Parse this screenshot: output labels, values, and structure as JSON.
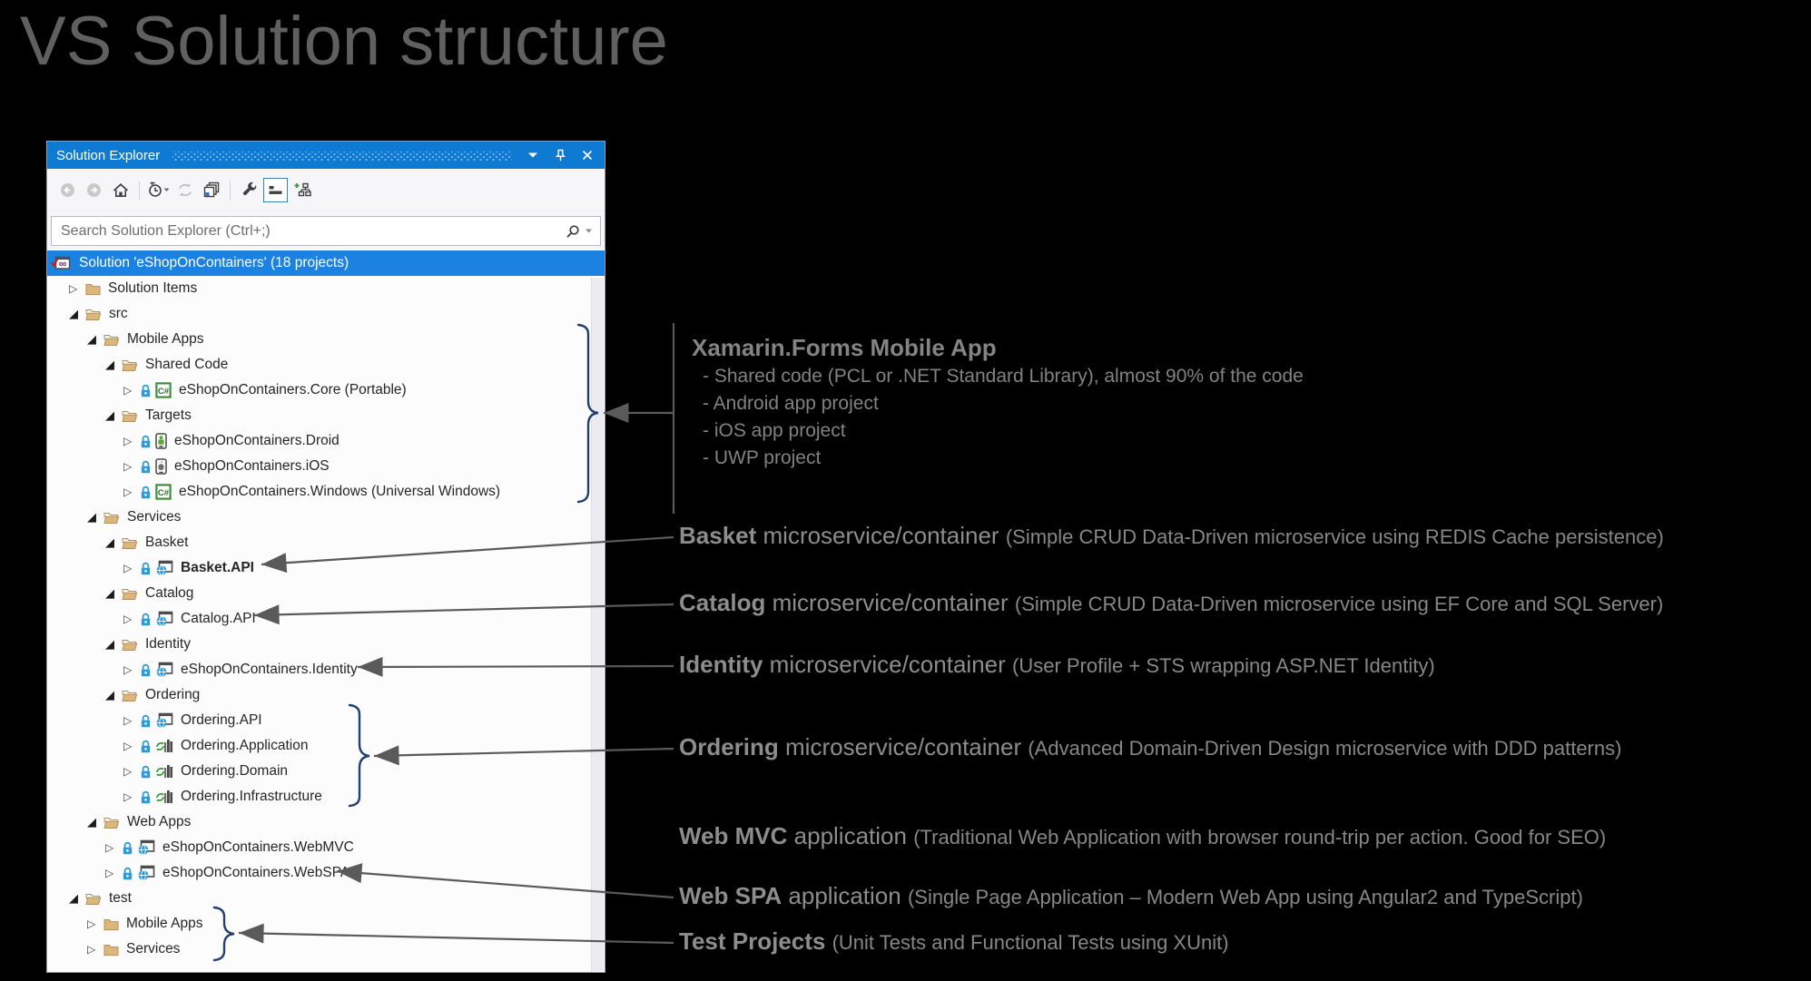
{
  "page_title": "VS Solution structure",
  "colors": {
    "titlebar_blue": "#0f7ad1",
    "selection_blue": "#1c82e2",
    "folder_tan": "#dcb67a",
    "brace_navy": "#23406f",
    "arrow_gray": "#5a5a5a",
    "annotation_gray": "#8d8d8d"
  },
  "panel": {
    "title": "Solution Explorer",
    "titlebar_icons": [
      "chevron-down",
      "pin",
      "close"
    ],
    "toolbar": [
      {
        "type": "button",
        "name": "back",
        "state": "disabled"
      },
      {
        "type": "button",
        "name": "forward",
        "state": "disabled"
      },
      {
        "type": "button",
        "name": "home",
        "state": "normal"
      },
      {
        "type": "sep"
      },
      {
        "type": "button",
        "name": "history-filter",
        "state": "normal"
      },
      {
        "type": "button",
        "name": "sync",
        "state": "disabled"
      },
      {
        "type": "button",
        "name": "preview-items",
        "state": "normal"
      },
      {
        "type": "sep"
      },
      {
        "type": "button",
        "name": "properties-wrench",
        "state": "normal"
      },
      {
        "type": "button",
        "name": "collapse-all",
        "state": "selected"
      },
      {
        "type": "button",
        "name": "add-diagram",
        "state": "normal"
      }
    ],
    "search": {
      "placeholder": "Search Solution Explorer (Ctrl+;)"
    },
    "tree": {
      "rows": [
        {
          "level": 0,
          "expander": "none",
          "icons": [
            "solution"
          ],
          "label": "Solution 'eShopOnContainers' (18 projects)",
          "selected": true
        },
        {
          "level": 1,
          "expander": "closed",
          "icons": [
            "folder-closed"
          ],
          "label": "Solution Items"
        },
        {
          "level": 1,
          "expander": "open",
          "icons": [
            "folder-open"
          ],
          "label": "src"
        },
        {
          "level": 2,
          "expander": "open",
          "icons": [
            "folder-open"
          ],
          "label": "Mobile Apps"
        },
        {
          "level": 3,
          "expander": "open",
          "icons": [
            "folder-open"
          ],
          "label": "Shared Code"
        },
        {
          "level": 4,
          "expander": "closed",
          "icons": [
            "lock",
            "csharp"
          ],
          "label": "eShopOnContainers.Core (Portable)"
        },
        {
          "level": 3,
          "expander": "open",
          "icons": [
            "folder-open"
          ],
          "label": "Targets"
        },
        {
          "level": 4,
          "expander": "closed",
          "icons": [
            "lock",
            "droid"
          ],
          "label": "eShopOnContainers.Droid"
        },
        {
          "level": 4,
          "expander": "closed",
          "icons": [
            "lock",
            "ios"
          ],
          "label": "eShopOnContainers.iOS"
        },
        {
          "level": 4,
          "expander": "closed",
          "icons": [
            "lock",
            "csharp"
          ],
          "label": "eShopOnContainers.Windows (Universal Windows)"
        },
        {
          "level": 2,
          "expander": "open",
          "icons": [
            "folder-open"
          ],
          "label": "Services"
        },
        {
          "level": 3,
          "expander": "open",
          "icons": [
            "folder-open"
          ],
          "label": "Basket"
        },
        {
          "level": 4,
          "expander": "closed",
          "icons": [
            "lock",
            "web"
          ],
          "label": "Basket.API",
          "bold": true
        },
        {
          "level": 3,
          "expander": "open",
          "icons": [
            "folder-open"
          ],
          "label": "Catalog"
        },
        {
          "level": 4,
          "expander": "closed",
          "icons": [
            "lock",
            "web"
          ],
          "label": "Catalog.API"
        },
        {
          "level": 3,
          "expander": "open",
          "icons": [
            "folder-open"
          ],
          "label": "Identity"
        },
        {
          "level": 4,
          "expander": "closed",
          "icons": [
            "lock",
            "web"
          ],
          "label": "eShopOnContainers.Identity"
        },
        {
          "level": 3,
          "expander": "open",
          "icons": [
            "folder-open"
          ],
          "label": "Ordering"
        },
        {
          "level": 4,
          "expander": "closed",
          "icons": [
            "lock",
            "web"
          ],
          "label": "Ordering.API"
        },
        {
          "level": 4,
          "expander": "closed",
          "icons": [
            "lock",
            "classlib"
          ],
          "label": "Ordering.Application"
        },
        {
          "level": 4,
          "expander": "closed",
          "icons": [
            "lock",
            "classlib"
          ],
          "label": "Ordering.Domain"
        },
        {
          "level": 4,
          "expander": "closed",
          "icons": [
            "lock",
            "classlib"
          ],
          "label": "Ordering.Infrastructure"
        },
        {
          "level": 2,
          "expander": "open",
          "icons": [
            "folder-open"
          ],
          "label": "Web Apps"
        },
        {
          "level": 3,
          "expander": "closed",
          "icons": [
            "lock",
            "web"
          ],
          "label": "eShopOnContainers.WebMVC"
        },
        {
          "level": 3,
          "expander": "closed",
          "icons": [
            "lock",
            "web"
          ],
          "label": "eShopOnContainers.WebSPA"
        },
        {
          "level": 1,
          "expander": "open",
          "icons": [
            "folder-open"
          ],
          "label": "test"
        },
        {
          "level": 2,
          "expander": "closed",
          "icons": [
            "folder-closed"
          ],
          "label": "Mobile Apps"
        },
        {
          "level": 2,
          "expander": "closed",
          "icons": [
            "folder-closed"
          ],
          "label": "Services"
        }
      ]
    }
  },
  "annotations": {
    "xamarin": {
      "title": "Xamarin.Forms Mobile App",
      "items": [
        "- Shared code (PCL or .NET Standard Library), almost 90% of the code",
        "- Android app project",
        "- iOS app project",
        "- UWP project"
      ]
    },
    "callouts": [
      {
        "label": "Basket",
        "mid": " microservice/container ",
        "paren": "(Simple CRUD Data-Driven microservice using REDIS Cache persistence)"
      },
      {
        "label": "Catalog",
        "mid": " microservice/container ",
        "paren": "(Simple CRUD Data-Driven microservice using EF Core and SQL Server)"
      },
      {
        "label": "Identity",
        "mid": " microservice/container ",
        "paren": "(User Profile + STS wrapping ASP.NET Identity)"
      },
      {
        "label": "Ordering",
        "mid": " microservice/container ",
        "paren": "(Advanced Domain-Driven Design microservice with DDD patterns)"
      },
      {
        "label": "Web MVC",
        "mid": " application ",
        "paren": "(Traditional Web Application with browser round-trip per action. Good for SEO)"
      },
      {
        "label": "Web SPA",
        "mid": " application ",
        "paren": "(Single Page Application – Modern Web App using Angular2 and TypeScript)"
      },
      {
        "label": "Test Projects",
        "mid": " ",
        "paren": "(Unit Tests and Functional Tests using XUnit)"
      }
    ]
  }
}
